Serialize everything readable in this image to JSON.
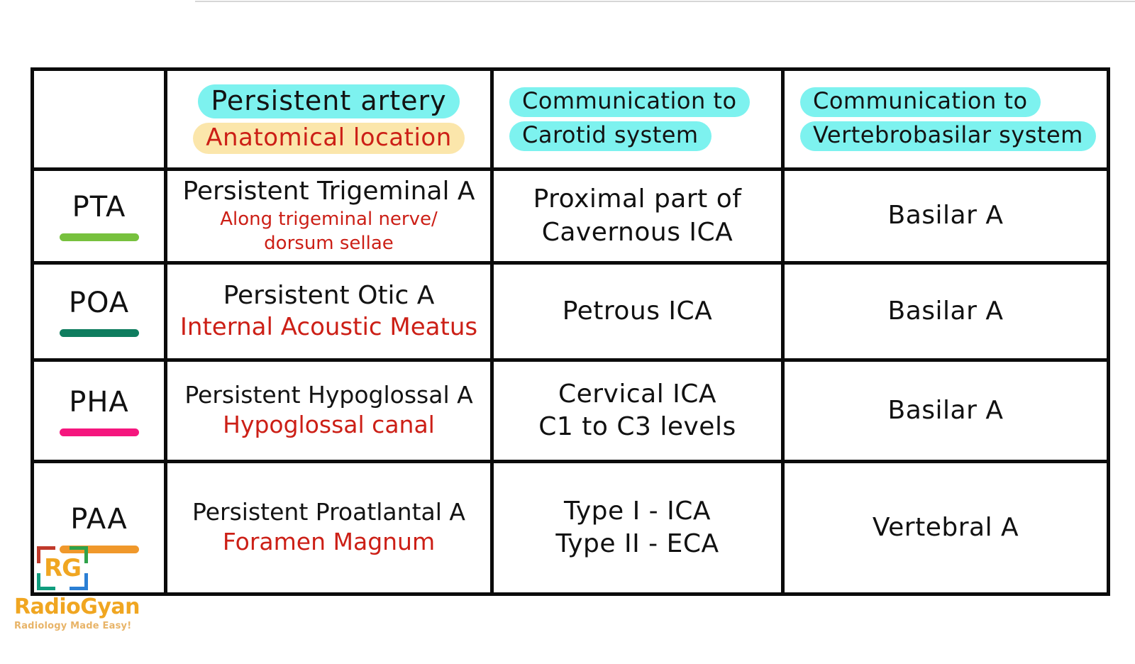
{
  "colors": {
    "highlight_cyan": "#7df2ef",
    "highlight_yellow": "#fbe6ab",
    "red_text": "#cc1f16",
    "black_text": "#131313",
    "border": "#0b0b0b",
    "brand_orange": "#f0a621"
  },
  "header": {
    "abbr_col": "",
    "artery_line1": "Persistent artery",
    "artery_line2": "Anatomical location",
    "carotid_line1": "Communication to",
    "carotid_line2": "Carotid system",
    "vertebro_line1": "Communication to",
    "vertebro_line2": "Vertebrobasilar system"
  },
  "rows": [
    {
      "abbr": "PTA",
      "rule_color": "#77c13e",
      "artery_name": "Persistent Trigeminal A",
      "location_line1": "Along trigeminal nerve/",
      "location_line2": "dorsum sellae",
      "carotid_line1": "Proximal part of",
      "carotid_line2": "Cavernous ICA",
      "vertebrobasilar": "Basilar A"
    },
    {
      "abbr": "POA",
      "rule_color": "#0f7d5f",
      "artery_name": "Persistent Otic A",
      "location_line1": "Internal Acoustic Meatus",
      "location_line2": "",
      "carotid_line1": "Petrous ICA",
      "carotid_line2": "",
      "vertebrobasilar": "Basilar A"
    },
    {
      "abbr": "PHA",
      "rule_color": "#f5167e",
      "artery_name": "Persistent Hypoglossal A",
      "location_line1": "Hypoglossal canal",
      "location_line2": "",
      "carotid_line1": "Cervical ICA",
      "carotid_line2": "C1 to C3 levels",
      "vertebrobasilar": "Basilar A"
    },
    {
      "abbr": "PAA",
      "rule_color": "#f0982b",
      "artery_name": "Persistent Proatlantal A",
      "location_line1": "Foramen Magnum",
      "location_line2": "",
      "carotid_line1": "Type I - ICA",
      "carotid_line2": "Type II - ECA",
      "vertebrobasilar": "Vertebral A"
    }
  ],
  "logo": {
    "mark": "RG",
    "name": "RadioGyan",
    "tagline": "Radiology Made Easy!"
  }
}
